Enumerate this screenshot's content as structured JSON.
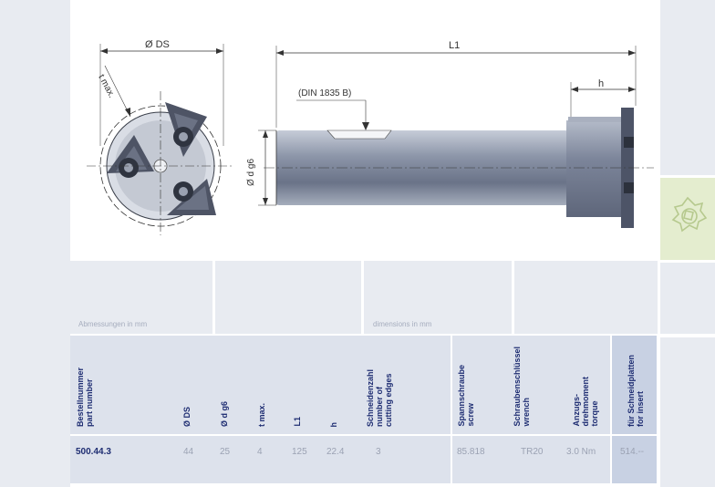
{
  "drawing": {
    "dim_ds": "Ø DS",
    "dim_tmax": "t max.",
    "dim_l1": "L1",
    "dim_h": "h",
    "dim_din": "(DIN 1835 B)",
    "dim_dg6": "Ø d g6"
  },
  "labels": {
    "dimensions_de": "Abmessungen in mm",
    "dimensions_en": "dimensions in mm"
  },
  "table": {
    "headers": {
      "part": [
        "Bestellnummer",
        "part number"
      ],
      "ds": [
        "Ø DS"
      ],
      "dg6": [
        "Ø d g6"
      ],
      "tmax": [
        "t max."
      ],
      "l1": [
        "L1"
      ],
      "h": [
        "h"
      ],
      "edges": [
        "Schneidenzahl",
        "number of",
        "cutting edges"
      ],
      "screw": [
        "Spannschraube",
        "screw"
      ],
      "wrench": [
        "Schraubenschlüssel",
        "wrench"
      ],
      "torque": [
        "Anzugs-",
        "drehmoment",
        "torque"
      ],
      "insert": [
        "für Schneidplatten",
        "for insert"
      ]
    },
    "row": {
      "part_number": "500.44.3",
      "ds": "44",
      "dg6": "25",
      "tmax": "4",
      "l1": "125",
      "h": "22.4",
      "edges": "3",
      "screw": "85.818",
      "wrench": "TR20",
      "torque": "3.0 Nm",
      "insert": "514.--"
    }
  },
  "colors": {
    "navy": "#1e2d72",
    "panel_light": "#e8ebf1",
    "panel_mid": "#dde2ec",
    "panel_dark": "#c8d1e3",
    "badge_green": "#e4edcf"
  },
  "icons": [
    "insert-logo-icon"
  ]
}
